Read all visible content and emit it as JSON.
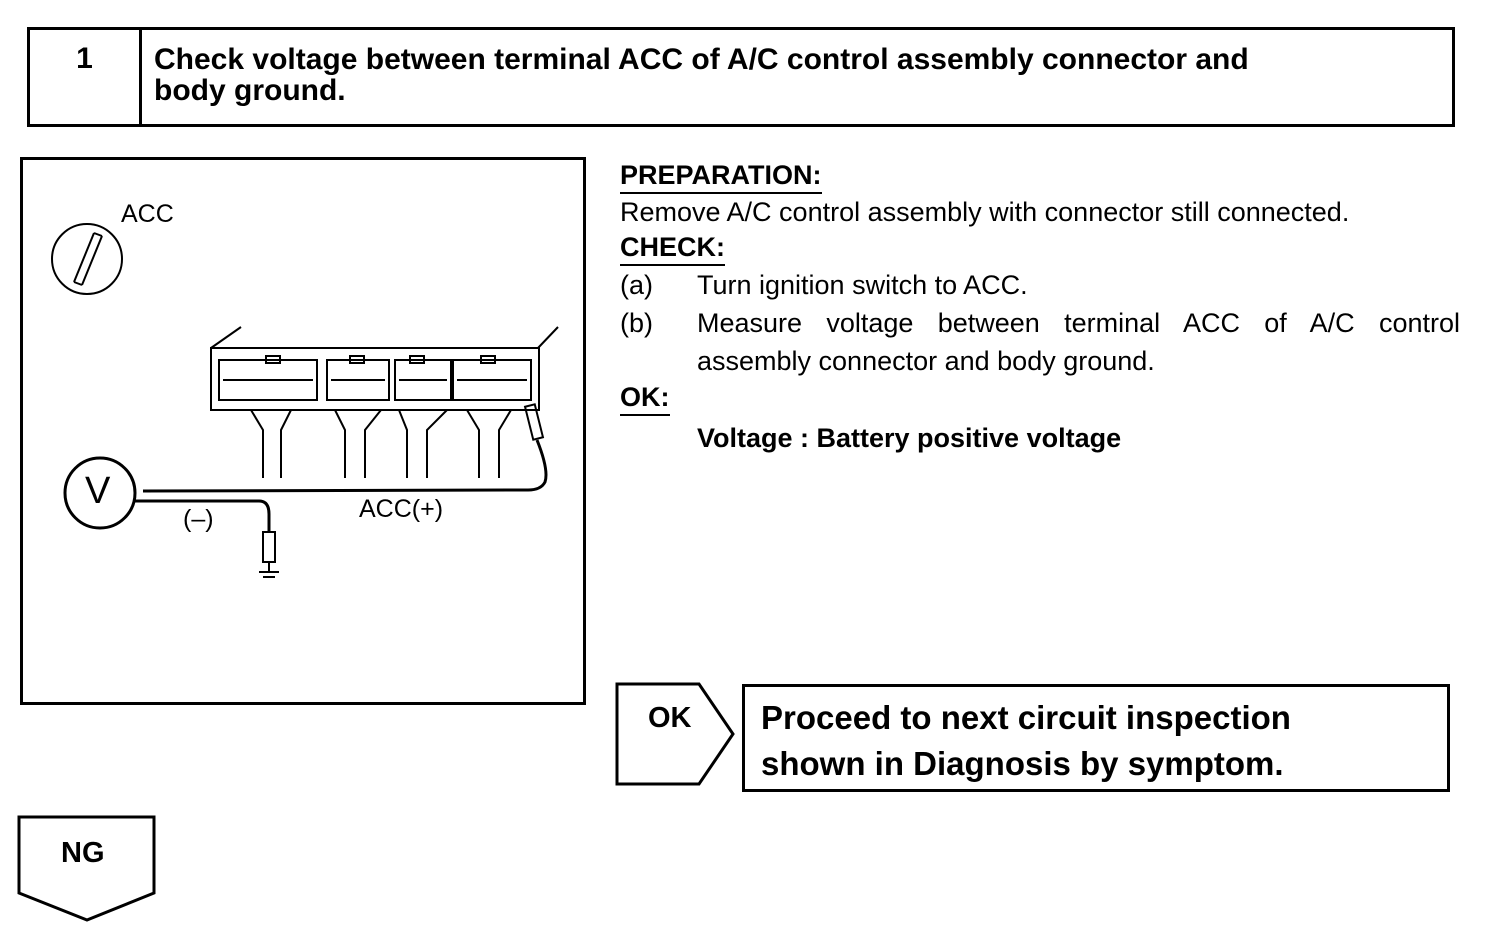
{
  "step": {
    "number": "1",
    "title_line1": "Check voltage between terminal ACC of A/C control assembly connector and",
    "title_line2": "body ground."
  },
  "figure": {
    "switch_label": "ACC",
    "meter_symbol": "V",
    "neg_label": "(–)",
    "pos_label": "ACC(+)"
  },
  "instructions": {
    "preparation_heading": "PREPARATION:",
    "preparation_text": "Remove A/C control assembly with connector still connected.",
    "check_heading": "CHECK:",
    "items": [
      {
        "key": "(a)",
        "text": "Turn ignition switch to ACC."
      },
      {
        "key": "(b)",
        "text": "Measure voltage between terminal ACC of A/C control assembly connector and body ground."
      }
    ],
    "ok_heading": "OK:",
    "spec": "Voltage : Battery positive voltage"
  },
  "flow": {
    "ok_label": "OK",
    "ok_result_line1": "Proceed to next circuit inspection",
    "ok_result_line2": "shown  in Diagnosis by symptom.",
    "ng_label": "NG"
  }
}
